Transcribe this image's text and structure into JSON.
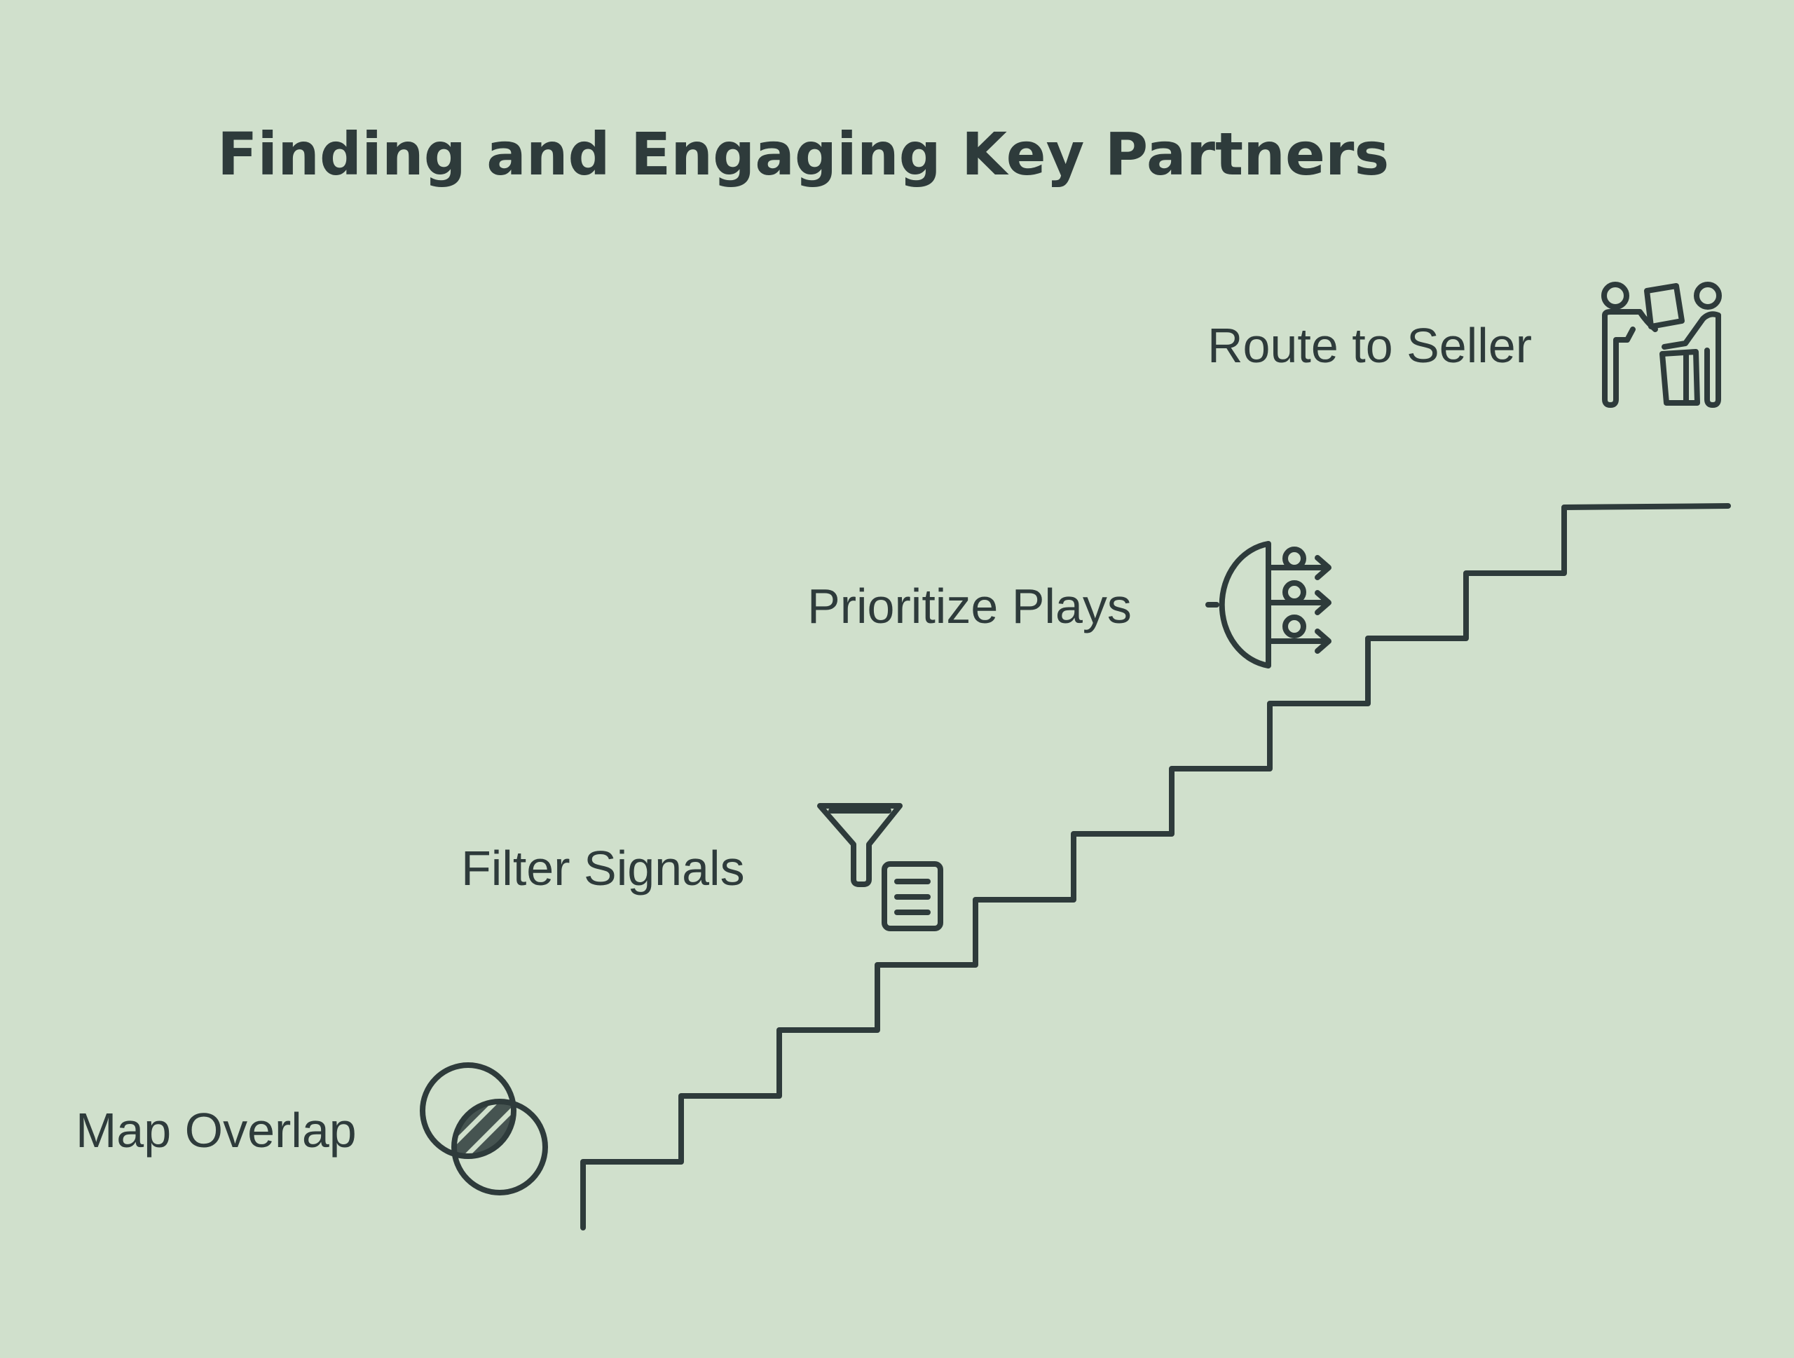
{
  "title": "Finding and Engaging Key Partners",
  "steps": [
    {
      "label": "Map Overlap",
      "icon": "venn-diagram-icon"
    },
    {
      "label": "Filter Signals",
      "icon": "funnel-document-icon"
    },
    {
      "label": "Prioritize Plays",
      "icon": "prioritize-arrows-icon"
    },
    {
      "label": "Route to Seller",
      "icon": "handoff-people-icon"
    }
  ],
  "colors": {
    "background": "#d0e0cc",
    "ink": "#2e3b3b"
  }
}
